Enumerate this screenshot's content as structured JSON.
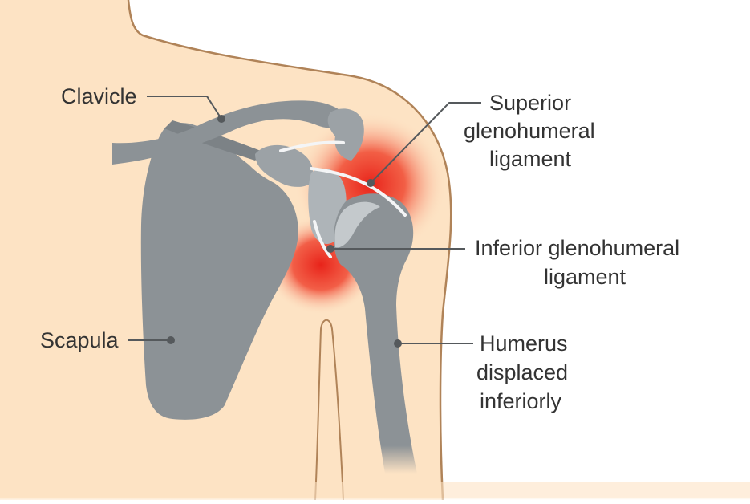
{
  "labels": {
    "clavicle": "Clavicle",
    "superior_line1": "Superior",
    "superior_line2": "glenohumeral",
    "superior_line3": "ligament",
    "inferior_line1": "Inferior glenohumeral",
    "inferior_line2": "ligament",
    "scapula": "Scapula",
    "humerus_line1": "Humerus",
    "humerus_line2": "displaced",
    "humerus_line3": "inferiorly"
  },
  "colors": {
    "skin": "#fde3c4",
    "skin_outline": "#b08358",
    "bone": "#8c9296",
    "bone_light": "#aeb4b8",
    "bone_dark": "#6e7478",
    "inflammation": "#e8231a",
    "ligament": "#f4f5f6",
    "leader": "#55595c",
    "text": "#333333"
  }
}
